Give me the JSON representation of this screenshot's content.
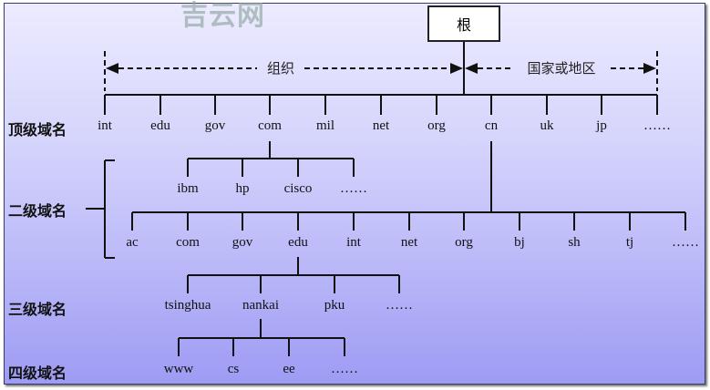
{
  "watermark": "吉云网",
  "root": {
    "label": "根"
  },
  "annotations": {
    "org": "组织",
    "country": "国家或地区"
  },
  "levels": {
    "top": "顶级域名",
    "second": "二级域名",
    "third": "三级域名",
    "fourth": "四级域名"
  },
  "top_level": [
    "int",
    "edu",
    "gov",
    "com",
    "mil",
    "net",
    "org",
    "cn",
    "uk",
    "jp",
    "……"
  ],
  "com_children": [
    "ibm",
    "hp",
    "cisco",
    "……"
  ],
  "cn_children": [
    "ac",
    "com",
    "gov",
    "edu",
    "int",
    "net",
    "org",
    "bj",
    "sh",
    "tj",
    "……"
  ],
  "edu_children": [
    "tsinghua",
    "nankai",
    "pku",
    "……"
  ],
  "nankai_children": [
    "www",
    "cs",
    "ee",
    "……"
  ],
  "colors": {
    "background_top": "#ecebff",
    "background_bottom": "#9e9bf4",
    "line": "#111111"
  }
}
